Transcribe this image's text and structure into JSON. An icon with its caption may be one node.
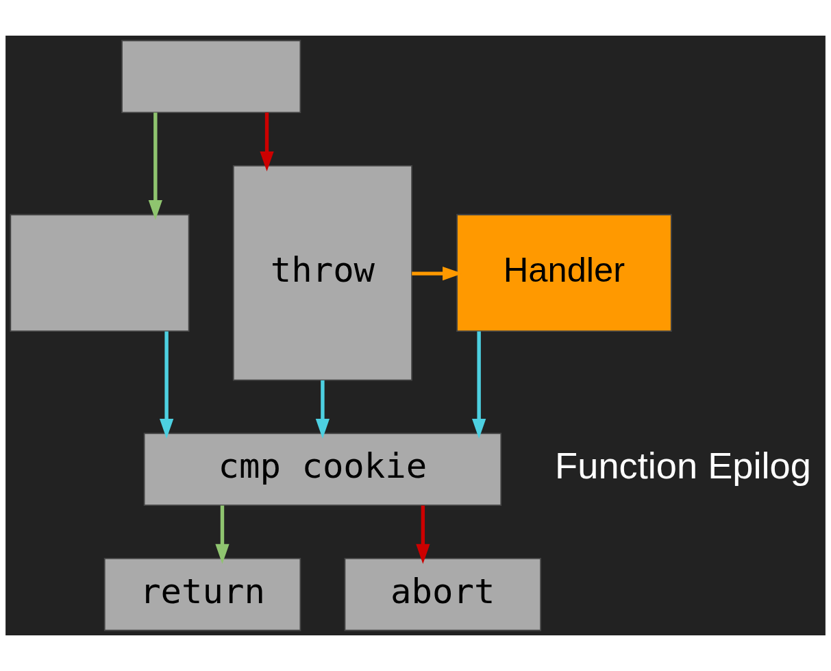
{
  "diagram": {
    "nodes": [
      {
        "text": [],
        "shape": "box"
      },
      {
        "text": [],
        "shape": "box"
      },
      {
        "text": [
          "throw"
        ]
      },
      {
        "text": [
          "Handler"
        ]
      },
      {
        "text": [
          "cmp cookie"
        ]
      },
      {
        "text": [
          "return"
        ]
      },
      {
        "text": [
          "abort"
        ]
      }
    ],
    "edges": [
      {
        "from": 0,
        "to": 1,
        "arrow": "to",
        "color": "#8fc46f"
      },
      {
        "from": 0,
        "to": 2,
        "arrow": "to",
        "color": "#cc0000"
      },
      {
        "from": 2,
        "to": 3,
        "arrow": "to",
        "color": "#ff9900"
      },
      {
        "from": 1,
        "to": 4,
        "arrow": "to"
      },
      {
        "from": 2,
        "to": 4,
        "arrow": "to"
      },
      {
        "from": 3,
        "to": 4,
        "arrow": "to"
      },
      {
        "from": 4,
        "to": 5,
        "arrow": "to",
        "color": "#8fc46f"
      },
      {
        "from": 4,
        "to": 6,
        "arrow": "to",
        "color": "#cc0000"
      }
    ],
    "labels": [
      "Function Epilog"
    ]
  }
}
